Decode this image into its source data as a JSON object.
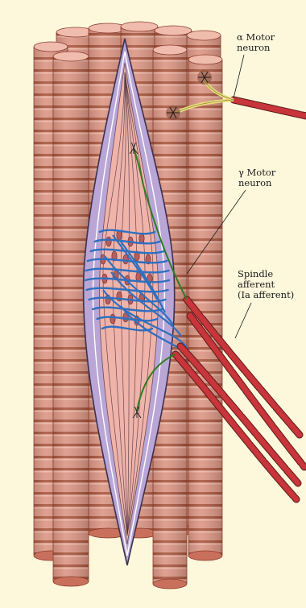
{
  "labels": {
    "alpha_motor": {
      "line1": "α Motor",
      "line2": "neuron"
    },
    "gamma_motor": {
      "line1": "γ Motor",
      "line2": "neuron"
    },
    "spindle_afferent": {
      "line1": "Spindle",
      "line2": "afferent",
      "line3": "(Ia afferent)"
    }
  },
  "colors": {
    "background": "#fdf7dc",
    "muscle_fiber": "#d98f7e",
    "muscle_stripe": "#a8543f",
    "capsule": "#b9a6d6",
    "intrafusal_interior": "#f0b3aa",
    "afferent_fiber": "#2f6fbf",
    "gamma_fiber": "#2e7d1f",
    "alpha_fiber": "#e8dc7c",
    "axon_myelin": "#c8353a"
  }
}
